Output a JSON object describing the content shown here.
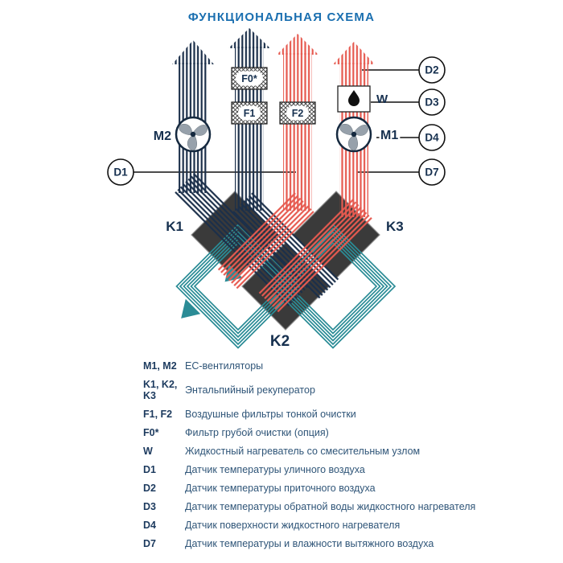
{
  "title": "ФУНКЦИОНАЛЬНАЯ СХЕМА",
  "colors": {
    "navy": "#1b2f4a",
    "red": "#e65a50",
    "teal": "#2b8c96",
    "title_blue": "#1a6fb0",
    "label_navy": "#16304f"
  },
  "diagram": {
    "fan_m2": "M2",
    "fan_m1": "M1",
    "filter_f0": "F0*",
    "filter_f1": "F1",
    "filter_f2": "F2",
    "heater_w": "W",
    "sensor_d1": "D1",
    "sensor_d2": "D2",
    "sensor_d3": "D3",
    "sensor_d4": "D4",
    "sensor_d7": "D7",
    "exchanger_k1": "K1",
    "exchanger_k2": "K2",
    "exchanger_k3": "K3"
  },
  "legend": [
    {
      "key": "M1, M2",
      "desc": "ЕС-вентиляторы"
    },
    {
      "key": "K1, K2, K3",
      "desc": "Энтальпийный рекуператор"
    },
    {
      "key": "F1, F2",
      "desc": "Воздушные фильтры тонкой очистки"
    },
    {
      "key": "F0*",
      "desc": "Фильтр грубой очистки (опция)"
    },
    {
      "key": "W",
      "desc": "Жидкостный нагреватель со смесительным узлом"
    },
    {
      "key": "D1",
      "desc": "Датчик температуры уличного воздуха"
    },
    {
      "key": "D2",
      "desc": "Датчик температуры приточного воздуха"
    },
    {
      "key": "D3",
      "desc": "Датчик температуры обратной воды жидкостного нагревателя"
    },
    {
      "key": "D4",
      "desc": "Датчик поверхности жидкостного нагревателя"
    },
    {
      "key": "D7",
      "desc": "Датчик температуры и влажности вытяжного воздуха"
    }
  ]
}
